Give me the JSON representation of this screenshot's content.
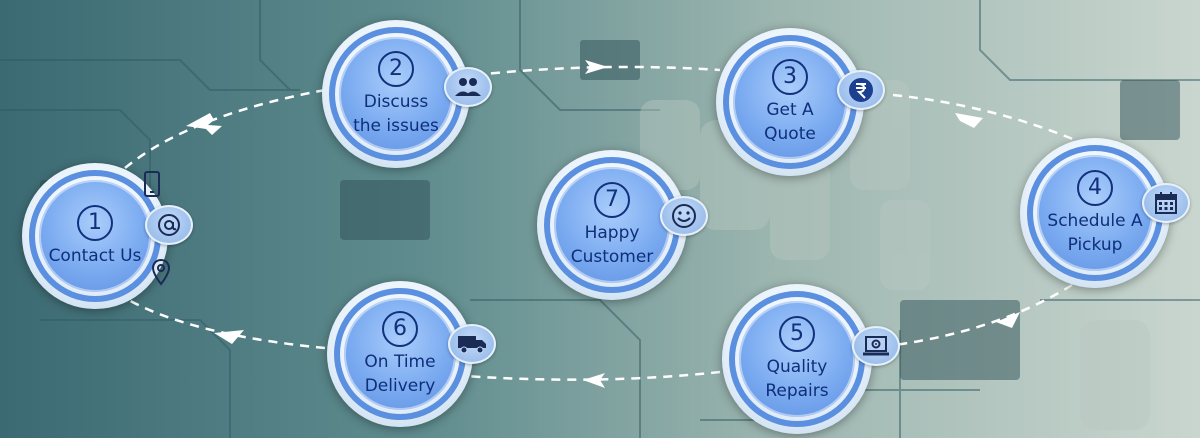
{
  "steps": [
    {
      "num": "1",
      "label": "Contact Us"
    },
    {
      "num": "2",
      "label": "Discuss the issues"
    },
    {
      "num": "3",
      "label": "Get A Quote"
    },
    {
      "num": "4",
      "label": "Schedule A Pickup"
    },
    {
      "num": "5",
      "label": "Quality Repairs"
    },
    {
      "num": "6",
      "label": "On Time Delivery"
    },
    {
      "num": "7",
      "label": "Happy Customer"
    }
  ],
  "icons": {
    "contact": [
      "mobile-icon",
      "at-sign-icon",
      "location-pin-icon"
    ],
    "discuss": "people-group-icon",
    "quote": "rupee-icon",
    "pickup": "calendar-icon",
    "repairs": "laptop-gear-icon",
    "delivery": "truck-icon",
    "happy": "smiley-icon"
  },
  "colors": {
    "ring": "#5b8fe0",
    "disc": "#7aaaf0",
    "text": "#0f2f7a",
    "path": "#ffffff"
  }
}
